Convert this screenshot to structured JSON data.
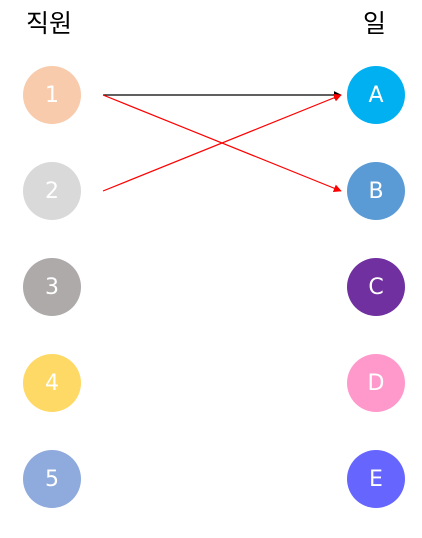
{
  "headers": {
    "left": "직원",
    "right": "일"
  },
  "employees": [
    {
      "label": "1",
      "color": "#F8CBAD"
    },
    {
      "label": "2",
      "color": "#D9D9D9"
    },
    {
      "label": "3",
      "color": "#AEAAAA"
    },
    {
      "label": "4",
      "color": "#FFD966"
    },
    {
      "label": "5",
      "color": "#8FAADC"
    }
  ],
  "jobs": [
    {
      "label": "A",
      "color": "#00B0F0"
    },
    {
      "label": "B",
      "color": "#5B9BD5"
    },
    {
      "label": "C",
      "color": "#7030A0"
    },
    {
      "label": "D",
      "color": "#FF99CC"
    },
    {
      "label": "E",
      "color": "#6666FF"
    }
  ],
  "edges": [
    {
      "from": "1",
      "to": "A",
      "color": "#000000"
    },
    {
      "from": "1",
      "to": "B",
      "color": "#FF0000"
    },
    {
      "from": "2",
      "to": "A",
      "color": "#FF0000"
    }
  ]
}
